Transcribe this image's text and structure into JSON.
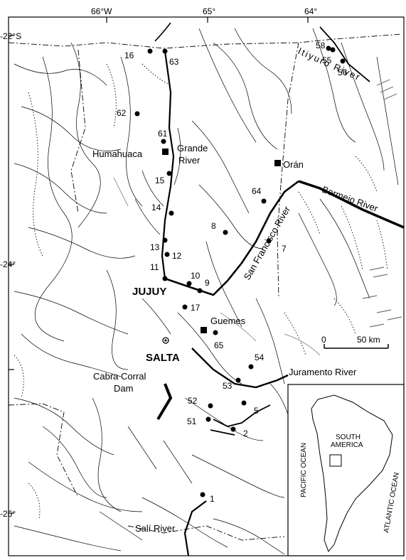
{
  "map": {
    "coordinates": {
      "lon_66": "66°W",
      "lon_65": "65°",
      "lon_64": "64°",
      "lat_22": "-22°S",
      "lat_24": "-24°",
      "lat_26": "-26°"
    },
    "cities": {
      "humahuaca": "Humahuaca",
      "oran": "Orán",
      "jujuy": "JUJUY",
      "guemes": "Guemes",
      "salta": "SALTA"
    },
    "rivers": {
      "grande_1": "Grande",
      "grande_2": "River",
      "bermejo": "Bermejo River",
      "san_francisco": "San Francisco River",
      "itiyuro": "Itiyuro River",
      "juramento": "Juramento River",
      "sali": "Salí River",
      "cabra_1": "Cabra Corral",
      "cabra_2": "Dam"
    },
    "sites": [
      "1",
      "2",
      "5",
      "7",
      "8",
      "9",
      "10",
      "11",
      "12",
      "13",
      "14",
      "15",
      "16",
      "17",
      "51",
      "52",
      "53",
      "54",
      "55",
      "56",
      "58",
      "61",
      "62",
      "63",
      "64",
      "65"
    ],
    "scale": {
      "zero": "0",
      "fifty": "50 km"
    },
    "inset": {
      "south": "SOUTH",
      "america": "AMERICA",
      "pacific": "PACIFIC OCEAN",
      "atlantic": "ATLANTIC OCEAN"
    }
  }
}
